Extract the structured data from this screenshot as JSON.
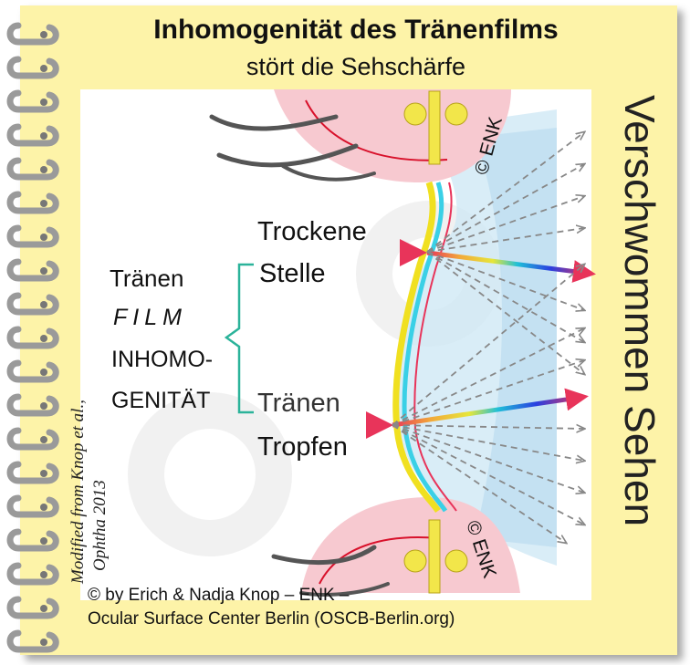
{
  "title": "Inhomogenität des Tränenfilms",
  "subtitle": "stört die Sehschärfe",
  "labels": {
    "traenen": "Tränen",
    "film": "FILM",
    "inhomo": "INHOMO-",
    "genitaet": "GENITÄT",
    "trockene": "Trockene",
    "stelle": "Stelle",
    "traenen2": "Tränen",
    "tropfen": "Tropfen",
    "vertical": "Verschwommen Sehen",
    "enk_top": "© ENK",
    "enk_bottom": "© ENK"
  },
  "source_note": {
    "line1": "Modified from Knop et al.,",
    "line2": "Ophtha 2013"
  },
  "credits": {
    "line1": "© by Erich & Nadja Knop – ENK –",
    "line2": "Ocular Surface Center Berlin (OSCB-Berlin.org)"
  },
  "colors": {
    "card": "#fdf3a8",
    "arrow_red": "#e8345a",
    "bracket": "#2bb39a",
    "lid_pink": "#f7c9d0",
    "eye_blue": "#a9d4ec"
  }
}
